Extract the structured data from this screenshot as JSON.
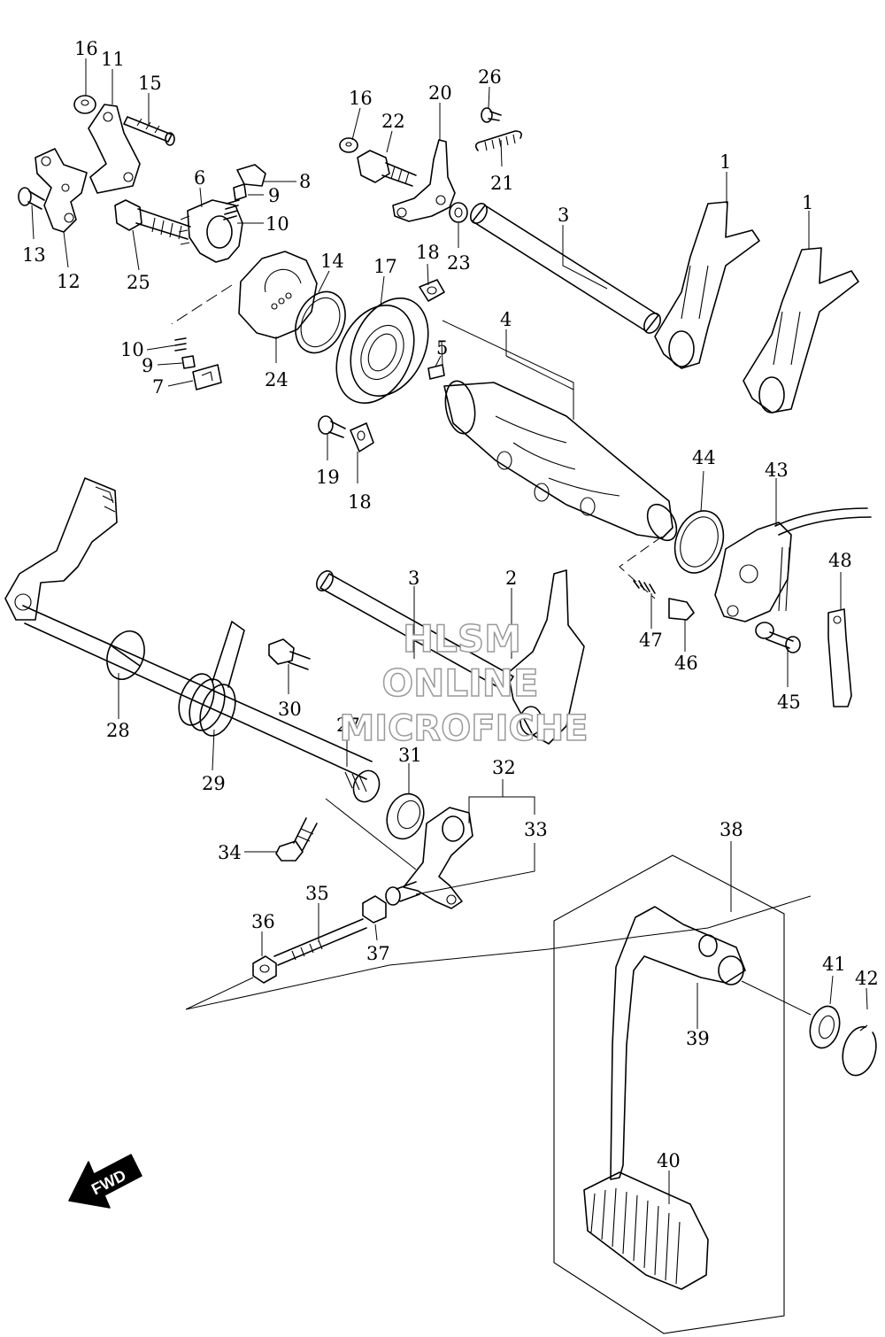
{
  "diagram": {
    "callouts": [
      {
        "id": "c1a",
        "text": "1"
      },
      {
        "id": "c1b",
        "text": "1"
      },
      {
        "id": "c2",
        "text": "2"
      },
      {
        "id": "c3a",
        "text": "3"
      },
      {
        "id": "c3b",
        "text": "3"
      },
      {
        "id": "c4",
        "text": "4"
      },
      {
        "id": "c5",
        "text": "5"
      },
      {
        "id": "c6",
        "text": "6"
      },
      {
        "id": "c7",
        "text": "7"
      },
      {
        "id": "c8",
        "text": "8"
      },
      {
        "id": "c9a",
        "text": "9"
      },
      {
        "id": "c9b",
        "text": "9"
      },
      {
        "id": "c10a",
        "text": "10"
      },
      {
        "id": "c10b",
        "text": "10"
      },
      {
        "id": "c11",
        "text": "11"
      },
      {
        "id": "c12",
        "text": "12"
      },
      {
        "id": "c13",
        "text": "13"
      },
      {
        "id": "c14",
        "text": "14"
      },
      {
        "id": "c15",
        "text": "15"
      },
      {
        "id": "c16a",
        "text": "16"
      },
      {
        "id": "c16b",
        "text": "16"
      },
      {
        "id": "c17",
        "text": "17"
      },
      {
        "id": "c18a",
        "text": "18"
      },
      {
        "id": "c18b",
        "text": "18"
      },
      {
        "id": "c19",
        "text": "19"
      },
      {
        "id": "c20",
        "text": "20"
      },
      {
        "id": "c21",
        "text": "21"
      },
      {
        "id": "c22",
        "text": "22"
      },
      {
        "id": "c23",
        "text": "23"
      },
      {
        "id": "c24",
        "text": "24"
      },
      {
        "id": "c25",
        "text": "25"
      },
      {
        "id": "c26",
        "text": "26"
      },
      {
        "id": "c27",
        "text": "27"
      },
      {
        "id": "c28",
        "text": "28"
      },
      {
        "id": "c29",
        "text": "29"
      },
      {
        "id": "c30",
        "text": "30"
      },
      {
        "id": "c31",
        "text": "31"
      },
      {
        "id": "c32",
        "text": "32"
      },
      {
        "id": "c33",
        "text": "33"
      },
      {
        "id": "c34",
        "text": "34"
      },
      {
        "id": "c35",
        "text": "35"
      },
      {
        "id": "c36",
        "text": "36"
      },
      {
        "id": "c37",
        "text": "37"
      },
      {
        "id": "c38",
        "text": "38"
      },
      {
        "id": "c39",
        "text": "39"
      },
      {
        "id": "c40",
        "text": "40"
      },
      {
        "id": "c41",
        "text": "41"
      },
      {
        "id": "c42",
        "text": "42"
      },
      {
        "id": "c43",
        "text": "43"
      },
      {
        "id": "c44",
        "text": "44"
      },
      {
        "id": "c45",
        "text": "45"
      },
      {
        "id": "c46",
        "text": "46"
      },
      {
        "id": "c47",
        "text": "47"
      },
      {
        "id": "c48",
        "text": "48"
      }
    ],
    "direction_badge": {
      "text": "FWD",
      "icon": "arrow-down-left-icon"
    },
    "watermark": {
      "line1": "HLSM",
      "line2": "ONLINE",
      "line3": "MICROFICHE"
    }
  }
}
